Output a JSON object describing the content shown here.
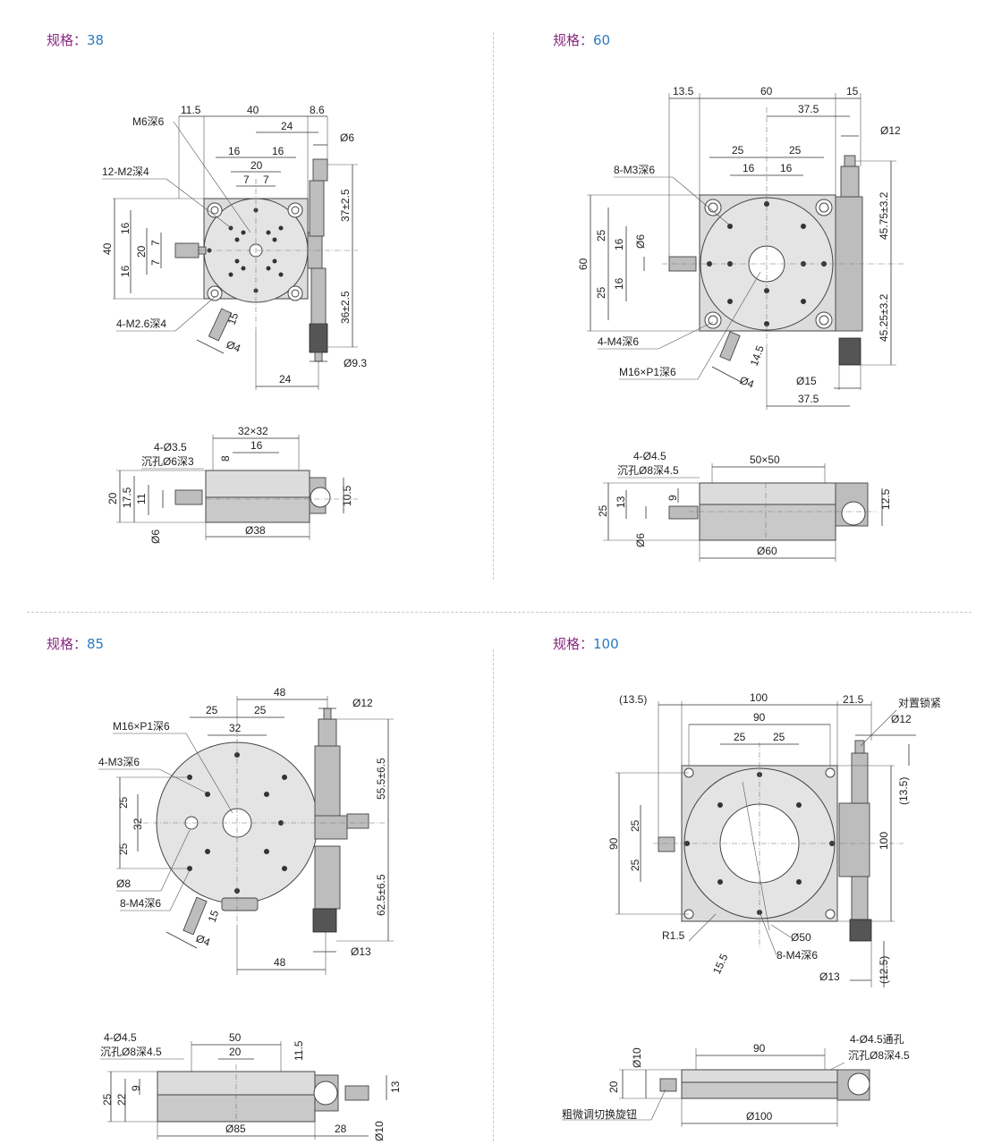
{
  "sections": [
    {
      "label": "规格：",
      "value": "38"
    },
    {
      "label": "规格：",
      "value": "60"
    },
    {
      "label": "规格：",
      "value": "85"
    },
    {
      "label": "规格：",
      "value": "100"
    }
  ],
  "d38": {
    "top": {
      "d_11_5": "11.5",
      "d_40": "40",
      "d_8_6": "8.6",
      "d_24": "24",
      "d_phi6": "Ø6",
      "d_16a": "16",
      "d_16b": "16",
      "d_20": "20",
      "d_7a": "7",
      "d_7b": "7",
      "m6": "M6深6",
      "m2": "12-M2深4",
      "m26": "4-M2.6深4",
      "l40": "40",
      "l16a": "16",
      "l16b": "16",
      "l20": "20",
      "l7a": "7",
      "l7b": "7",
      "r37": "37±2.5",
      "r36": "36±2.5",
      "d15": "15",
      "phi4": "Ø4",
      "phi93": "Ø9.3",
      "b24": "24"
    },
    "side": {
      "d32x32": "32×32",
      "d16": "16",
      "hole1": "4-Ø3.5",
      "hole2": "沉孔Ø6深3",
      "d8": "8",
      "l20": "20",
      "l17_5": "17.5",
      "l11": "11",
      "phi6": "Ø6",
      "r10_5": "10.5",
      "phi38": "Ø38"
    }
  },
  "d60": {
    "top": {
      "d13_5": "13.5",
      "d60": "60",
      "d15": "15",
      "d37_5": "37.5",
      "phi12": "Ø12",
      "d25a": "25",
      "d25b": "25",
      "d16a": "16",
      "d16b": "16",
      "m3": "8-M3深6",
      "l60": "60",
      "l25a": "25",
      "l25b": "25",
      "l16a": "16",
      "l16b": "16",
      "phi6": "Ø6",
      "m4": "4-M4深6",
      "m16": "M16×P1深6",
      "d14_5": "14.5",
      "phi4": "Ø4",
      "r45_75": "45.75±3.2",
      "r45_25": "45.25±3.2",
      "phi15": "Ø15",
      "b37_5": "37.5"
    },
    "side": {
      "hole1": "4-Ø4.5",
      "hole2": "沉孔Ø8深4.5",
      "d50x50": "50×50",
      "l25": "25",
      "l13": "13",
      "l9": "9",
      "phi6": "Ø6",
      "r12_5": "12.5",
      "phi60": "Ø60"
    }
  },
  "d85": {
    "top": {
      "d48": "48",
      "phi12": "Ø12",
      "d25a": "25",
      "d25b": "25",
      "d32": "32",
      "m16": "M16×P1深6",
      "m3": "4-M3深6",
      "l25a": "25",
      "l32": "32",
      "l25b": "25",
      "phi8": "Ø8",
      "m4": "8-M4深6",
      "d15": "15",
      "phi4": "Ø4",
      "r55": "55.5±6.5",
      "r62": "62.5±6.5",
      "phi13": "Ø13",
      "b48": "48"
    },
    "side": {
      "hole1": "4-Ø4.5",
      "hole2": "沉孔Ø8深4.5",
      "d50": "50",
      "d20": "20",
      "d11_5": "11.5",
      "l25": "25",
      "l22": "22",
      "l9": "9",
      "r13": "13",
      "phi85": "Ø85",
      "d28": "28",
      "phi10": "Ø10"
    }
  },
  "d100": {
    "top": {
      "d13_5": "(13.5)",
      "d100": "100",
      "d21_5": "21.5",
      "lock": "对置锁紧",
      "phi12": "Ø12",
      "d90": "90",
      "d25a": "25",
      "d25b": "25",
      "l90": "90",
      "l25a": "25",
      "l25b": "25",
      "r100": "100",
      "r13_5": "(13.5)",
      "r1_5": "R1.5",
      "phi50": "Ø50",
      "m4": "8-M4深6",
      "d15_5": "15.5",
      "phi13": "Ø13",
      "r12_5": "(12.5)"
    },
    "side": {
      "d90": "90",
      "hole1": "4-Ø4.5通孔",
      "hole2": "沉孔Ø8深4.5",
      "phi10": "Ø10",
      "l20": "20",
      "knob": "粗微调切换旋钮",
      "phi100": "Ø100"
    }
  }
}
